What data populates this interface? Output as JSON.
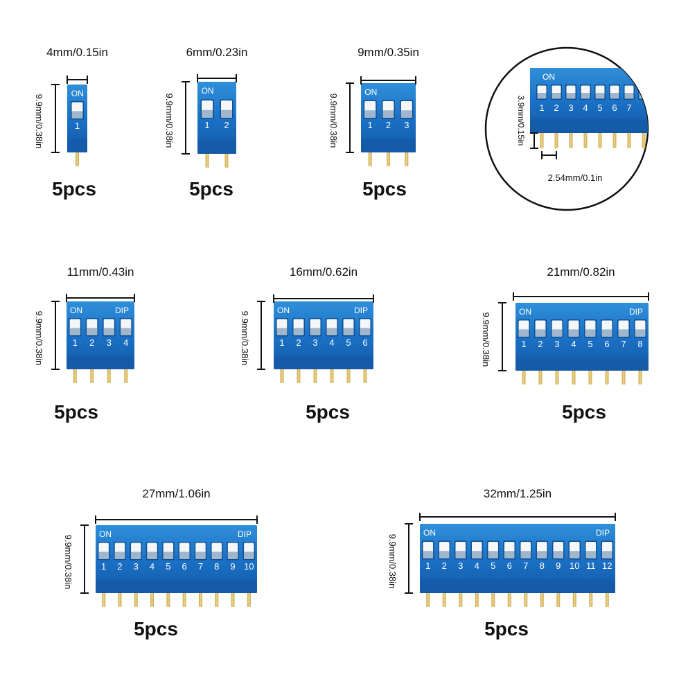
{
  "colors": {
    "body_top": "#2f8fd9",
    "body_mid": "#1a6fc4",
    "body_bottom": "#145aa6",
    "switch_white": "#f4f6f8",
    "switch_shadow": "#9fb6cc",
    "switch_cutout": "#0d4f93",
    "pin_gold": "#c9a346",
    "pin_light": "#efd890",
    "text_dark": "#111111",
    "text_white": "#ffffff",
    "line": "#111111"
  },
  "switches": [
    {
      "positions": 1,
      "width_label": "4mm/0.15in",
      "height_label": "9.9mm/0.38in",
      "qty": "5pcs",
      "on_label": "ON",
      "dip_label": "",
      "numbers": [
        "1"
      ]
    },
    {
      "positions": 2,
      "width_label": "6mm/0.23in",
      "height_label": "9.9mm/0.38in",
      "qty": "5pcs",
      "on_label": "ON",
      "dip_label": "",
      "numbers": [
        "1",
        "2"
      ]
    },
    {
      "positions": 3,
      "width_label": "9mm/0.35in",
      "height_label": "9.9mm/0.38in",
      "qty": "5pcs",
      "on_label": "ON",
      "dip_label": "",
      "numbers": [
        "1",
        "2",
        "3"
      ]
    },
    {
      "positions": 4,
      "width_label": "11mm/0.43in",
      "height_label": "9.9mm/0.38in",
      "qty": "5pcs",
      "on_label": "ON",
      "dip_label": "DIP",
      "numbers": [
        "1",
        "2",
        "3",
        "4"
      ]
    },
    {
      "positions": 6,
      "width_label": "16mm/0.62in",
      "height_label": "9.9mm/0.38in",
      "qty": "5pcs",
      "on_label": "ON",
      "dip_label": "DIP",
      "numbers": [
        "1",
        "2",
        "3",
        "4",
        "5",
        "6"
      ]
    },
    {
      "positions": 8,
      "width_label": "21mm/0.82in",
      "height_label": "9.9mm/0.38in",
      "qty": "5pcs",
      "on_label": "ON",
      "dip_label": "DIP",
      "numbers": [
        "1",
        "2",
        "3",
        "4",
        "5",
        "6",
        "7",
        "8"
      ]
    },
    {
      "positions": 10,
      "width_label": "27mm/1.06in",
      "height_label": "9.9mm/0.38in",
      "qty": "5pcs",
      "on_label": "ON",
      "dip_label": "DIP",
      "numbers": [
        "1",
        "2",
        "3",
        "4",
        "5",
        "6",
        "7",
        "8",
        "9",
        "10"
      ]
    },
    {
      "positions": 12,
      "width_label": "32mm/1.25in",
      "height_label": "9.9mm/0.38in",
      "qty": "5pcs",
      "on_label": "ON",
      "dip_label": "DIP",
      "numbers": [
        "1",
        "2",
        "3",
        "4",
        "5",
        "6",
        "7",
        "8",
        "9",
        "10",
        "11",
        "12"
      ]
    }
  ],
  "detail": {
    "on_label": "ON",
    "numbers": [
      "1",
      "2",
      "3",
      "4",
      "5",
      "6",
      "7"
    ],
    "height_label": "3.9mm/0.15in",
    "pitch_label": "2.54mm/0.1in"
  }
}
